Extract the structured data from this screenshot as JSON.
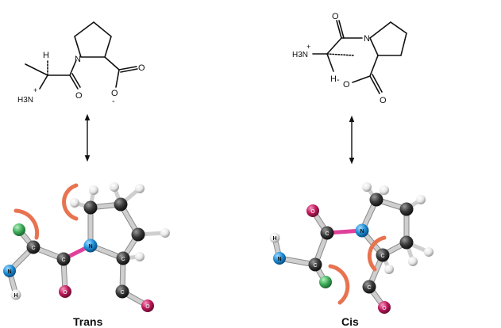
{
  "trans": {
    "caption": "Trans",
    "labels": {
      "h_top": "H",
      "amine": "H3N",
      "amine_sub": "3",
      "amine_charge": "+",
      "n_ring": "N",
      "o_carbonyl": "O",
      "o_carboxyl_top": "O",
      "o_carboxyl_bottom": "O",
      "o_carboxyl_charge": "-"
    },
    "model_labels": {
      "n_amine": "N",
      "h_amine": "H",
      "o_carbonyl": "O",
      "n_ring": "N",
      "c_ring": "C",
      "c_carboxyl": "C",
      "o_carboxyl": "O",
      "c_alpha": "C",
      "c_carbonyl": "C"
    }
  },
  "cis": {
    "caption": "Cis",
    "labels": {
      "amine": "H3N",
      "amine_sub": "3",
      "amine_charge": "+",
      "o_carbonyl": "O",
      "n_ring": "N",
      "h_bottom": "H",
      "o_carboxyl_left": "O",
      "o_carboxyl_charge": "-",
      "o_carboxyl_bottom": "O"
    },
    "model_labels": {
      "h_amine": "H",
      "n_amine": "N",
      "o_carbonyl": "O",
      "c_carbonyl": "C",
      "n_ring": "N",
      "c_alpha": "C",
      "c_ring": "C",
      "c_carboxyl": "C",
      "o_carboxyl": "O"
    }
  },
  "colors": {
    "carbon": "#3a3a3a",
    "nitrogen": "#1f8fd6",
    "oxygen": "#c2185b",
    "hydrogen": "#eeeeee",
    "methyl_green": "#3fae5a",
    "steric_arc": "#e8734f",
    "peptide_bond": "#e0409a"
  },
  "icons": [
    "double-headed-arrow-icon",
    "double-headed-arrow-icon"
  ]
}
